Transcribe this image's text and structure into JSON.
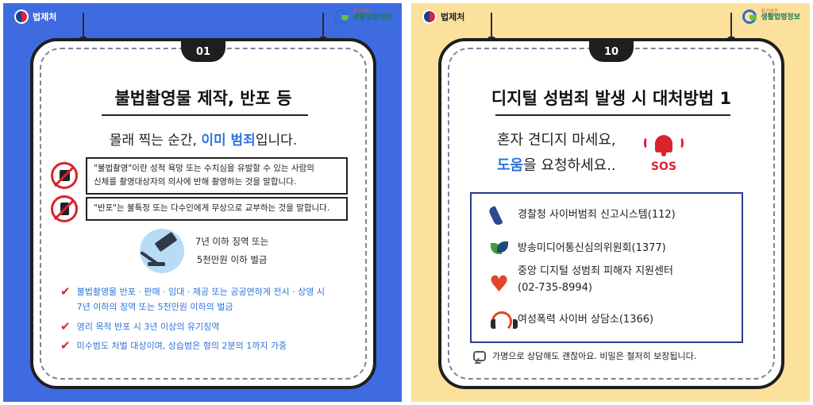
{
  "colors": {
    "left_background": "#3f6be0",
    "right_background": "#fbe19c",
    "highlight": "#2d74da",
    "alert_red": "#d9232e"
  },
  "header": {
    "agency": "법제처",
    "site_small": "찾기쉬운",
    "site_large": "생활법령정보",
    "agency_icon": "government-emblem-icon",
    "site_icon": "easylaw-logo-icon"
  },
  "left_card": {
    "number": "01",
    "title": "불법촬영물 제작, 반포 등",
    "subtitle_plain": "몰래 찍는 순간,",
    "subtitle_highlight": "이미 범죄",
    "subtitle_tail": "입니다.",
    "definitions": [
      {
        "icon": "no-camera-icon",
        "line1": "\"불법촬영\"이란 성적 욕망 또는 수치심을 유발할 수 있는 사람의",
        "line2": "신체를 촬영대상자의 의사에 반해 촬영하는 것을 말합니다."
      },
      {
        "icon": "no-sharing-phone-icon",
        "line1": "\"반포\"는  불특정 또는 다수인에게 무상으로 교부하는 것을 말합니다."
      }
    ],
    "penalty": {
      "icon": "gavel-icon",
      "line1": "7년 이하 징역 또는",
      "line2": "5천만원 이하 벌금"
    },
    "checks": [
      {
        "line1": "불법촬영물 반포 · 판매 · 임대 · 제공 또는 공공연하게 전시 · 상영 시",
        "line2": "7년 이하의 징역 또는 5천만원 이하의 벌금"
      },
      {
        "line1": "영리 목적 반포 시 3년 이상의 유기징역"
      },
      {
        "line1": "미수범도 처벌 대상이며, 상습범은 형의 2분의 1까지 가중"
      }
    ]
  },
  "right_card": {
    "number": "10",
    "title": "디지털 성범죄 발생 시 대처방법 1",
    "help_line1": "혼자 견디지 마세요,",
    "help_highlight": "도움",
    "help_tail": "을 요청하세요..",
    "sos_label": "SOS",
    "contacts": [
      {
        "icon": "phone-icon",
        "line1": "경찰청 사이버범죄 신고시스템(112)"
      },
      {
        "icon": "leaf-logo-icon",
        "line1": "방송미디어통신심의위원회(1377)"
      },
      {
        "icon": "heart-hand-icon",
        "line1": "중앙 디지털 성범죄 피해자 지원센터",
        "line2": "(02-735-8994)"
      },
      {
        "icon": "headset-icon",
        "line1": "여성폭력 사이버 상담소(1366)"
      }
    ],
    "footer_icon": "chat-bubble-icon",
    "footer": "가명으로 상담해도 괜찮아요. 비밀은 철저히 보장됩니다."
  }
}
